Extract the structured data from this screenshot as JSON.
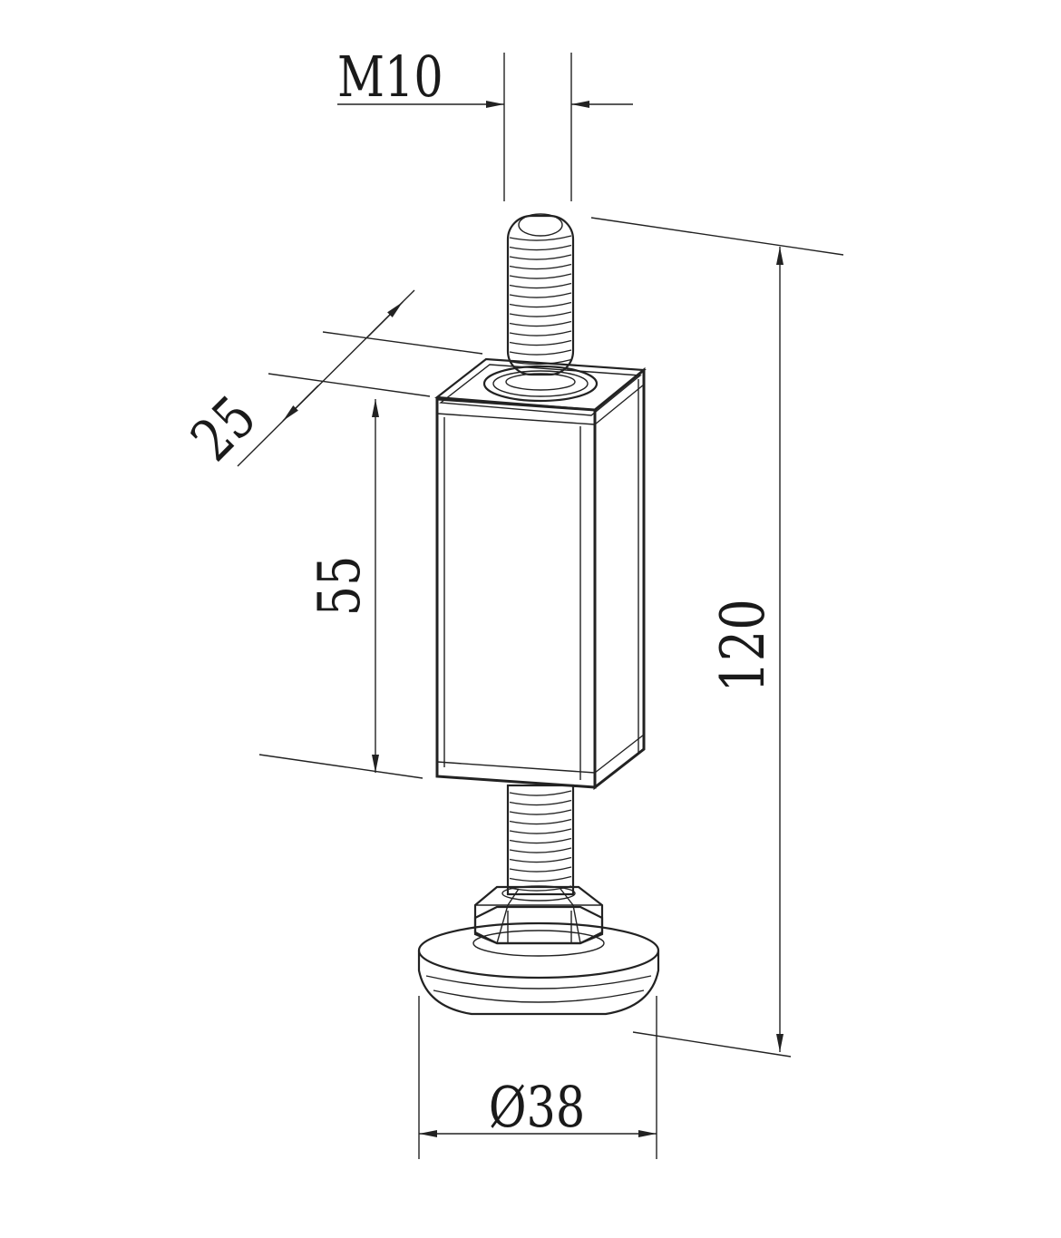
{
  "dimensions": {
    "thread": "M10",
    "width": "25",
    "body_height": "55",
    "total_height": "120",
    "base_diameter": "Ø38"
  },
  "colors": {
    "line": "#222222",
    "background": "#ffffff"
  }
}
